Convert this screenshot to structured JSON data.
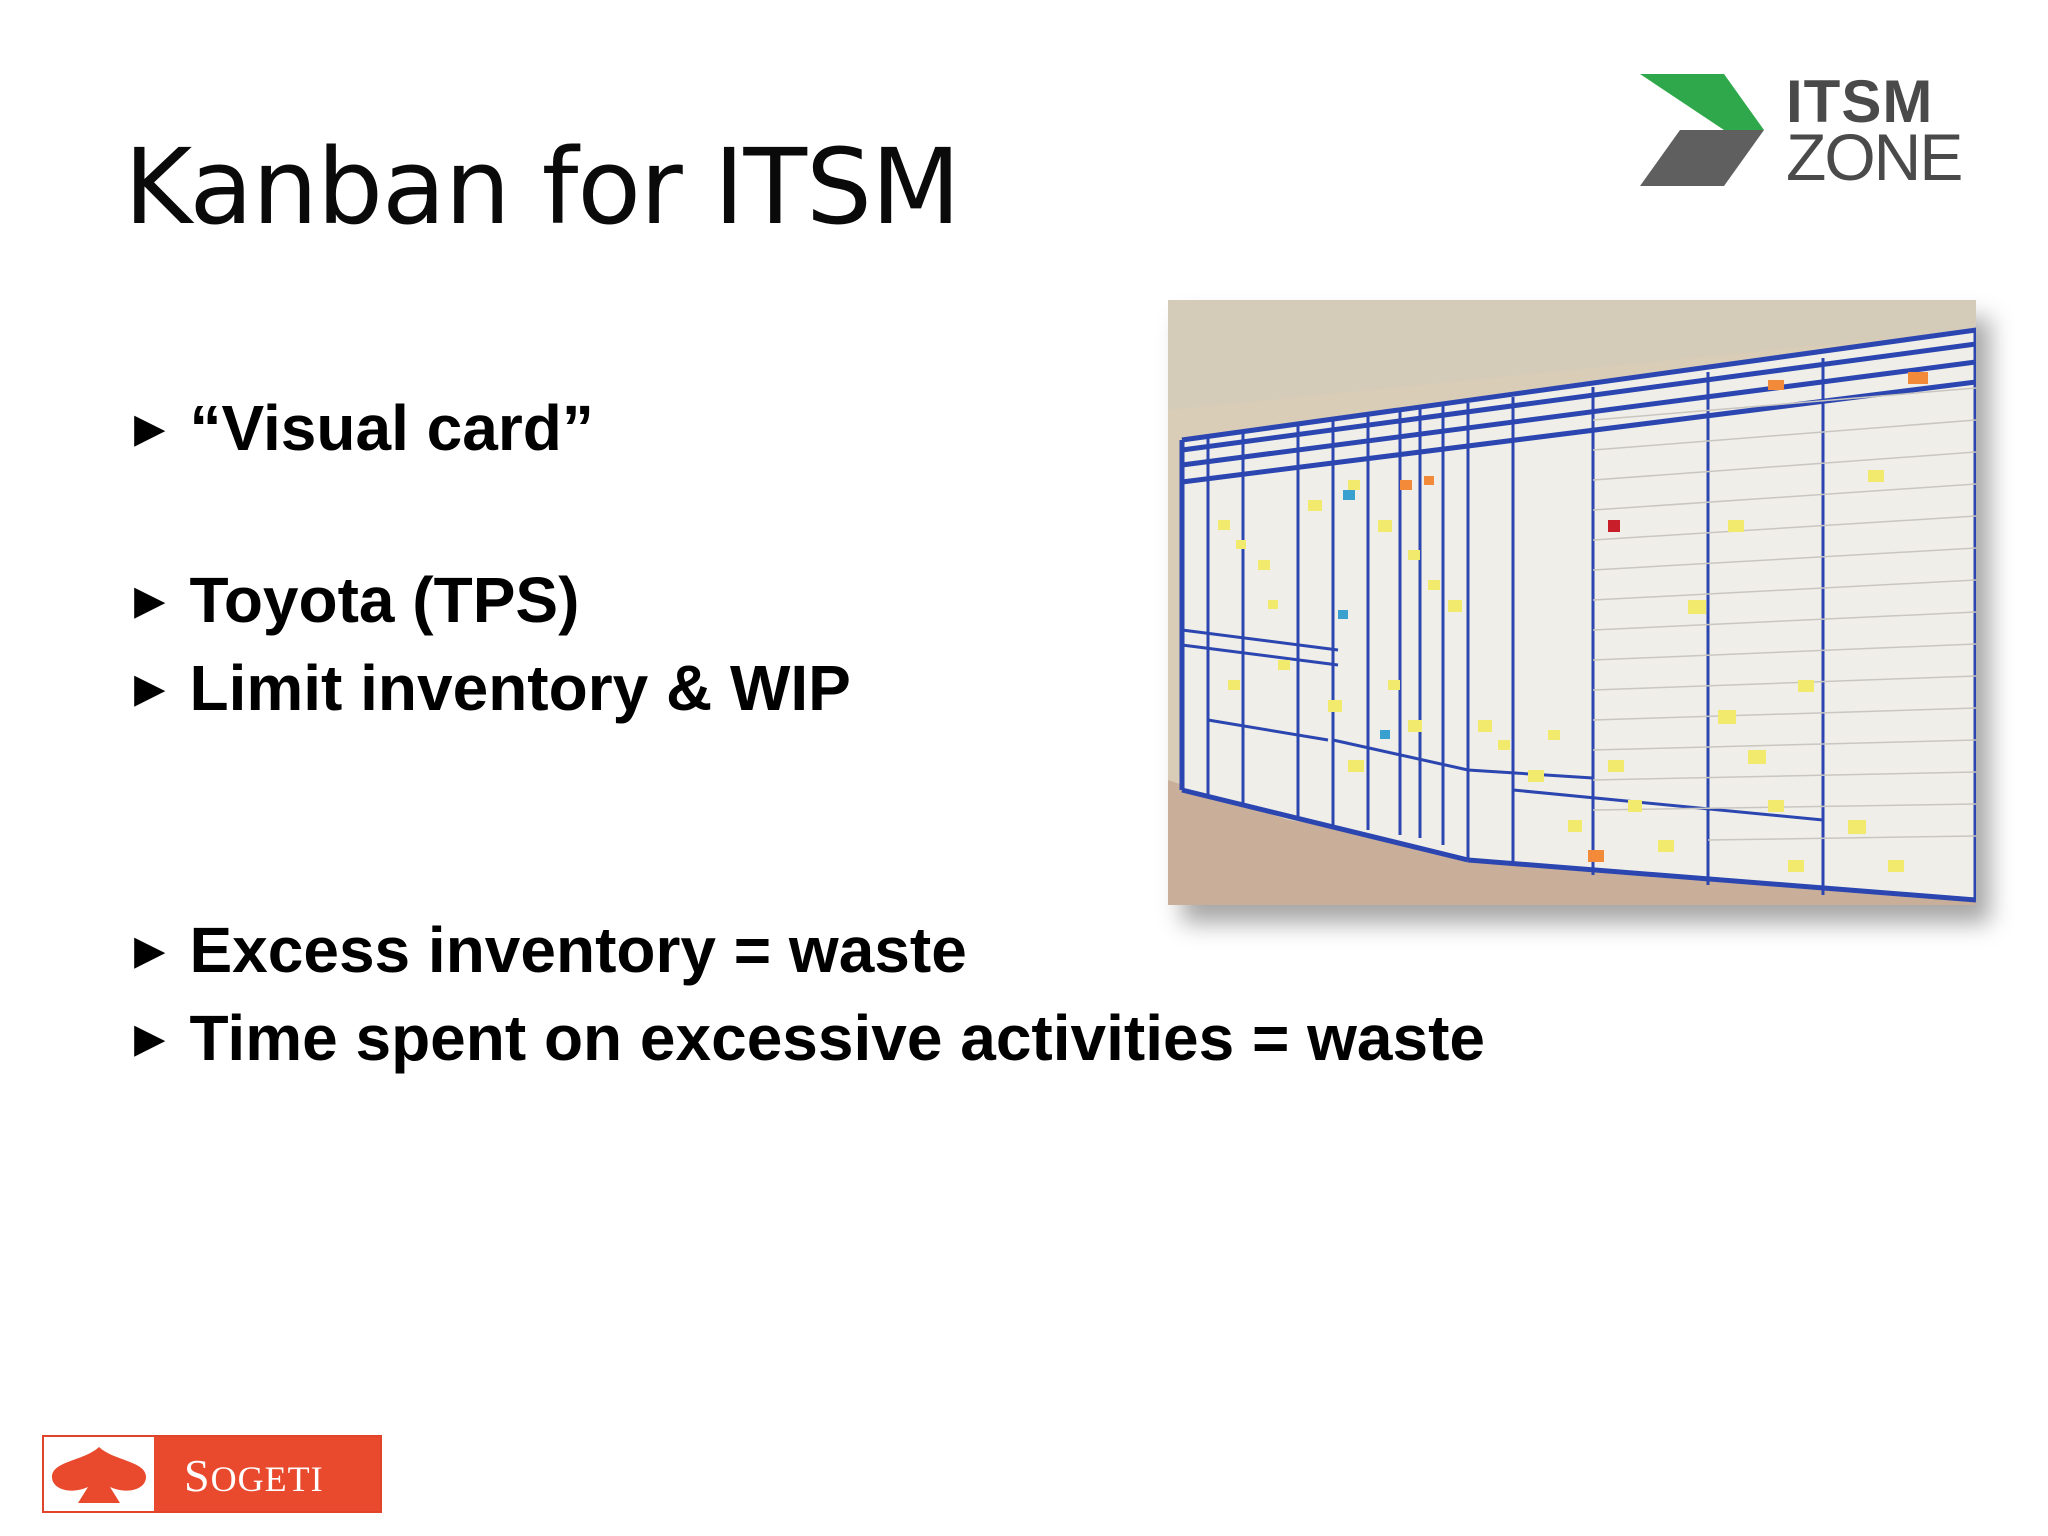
{
  "slide": {
    "title": "Kanban for ITSM",
    "bullet_marker": "►",
    "bullets": [
      "“Visual card”",
      "Toyota (TPS)",
      "Limit inventory & WIP",
      "Excess inventory = waste",
      "Time spent on excessive activities = waste"
    ]
  },
  "logos": {
    "itsm_zone": {
      "line1": "ITSM",
      "line2": "ZONE",
      "green": "#2ea84a",
      "grey": "#5f5f5f"
    },
    "sogeti": {
      "first_letter": "S",
      "rest": "OGETI",
      "color": "#e94a2e"
    }
  },
  "photo": {
    "subject": "kanban-board-photo",
    "colors": {
      "wall": "#d9cdb8",
      "board": "#f1efe9",
      "tape": "#2b46b0",
      "sticky": "#f2ea6c",
      "floor": "#c8ae98"
    }
  }
}
